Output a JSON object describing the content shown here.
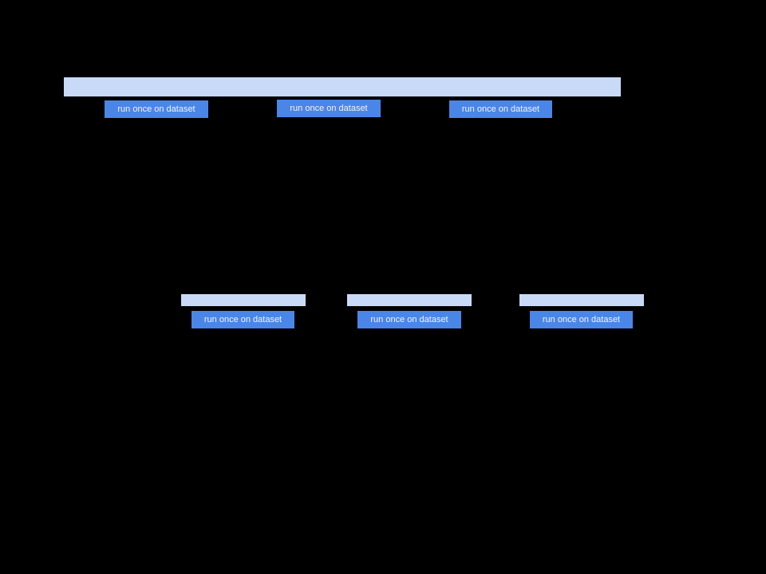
{
  "slide": {
    "background": "#000000"
  },
  "colors": {
    "highlight_bar_fill": "#c9daf8",
    "button_fill": "#4a86e8",
    "button_text": "#f3f3f3"
  },
  "top_section": {
    "buttons": [
      {
        "label": "run once on dataset"
      },
      {
        "label": "run once on dataset"
      },
      {
        "label": "run once on dataset"
      }
    ]
  },
  "middle_section": {
    "buttons": [
      {
        "label": "run once on dataset"
      },
      {
        "label": "run once on dataset"
      },
      {
        "label": "run once on dataset"
      }
    ]
  }
}
